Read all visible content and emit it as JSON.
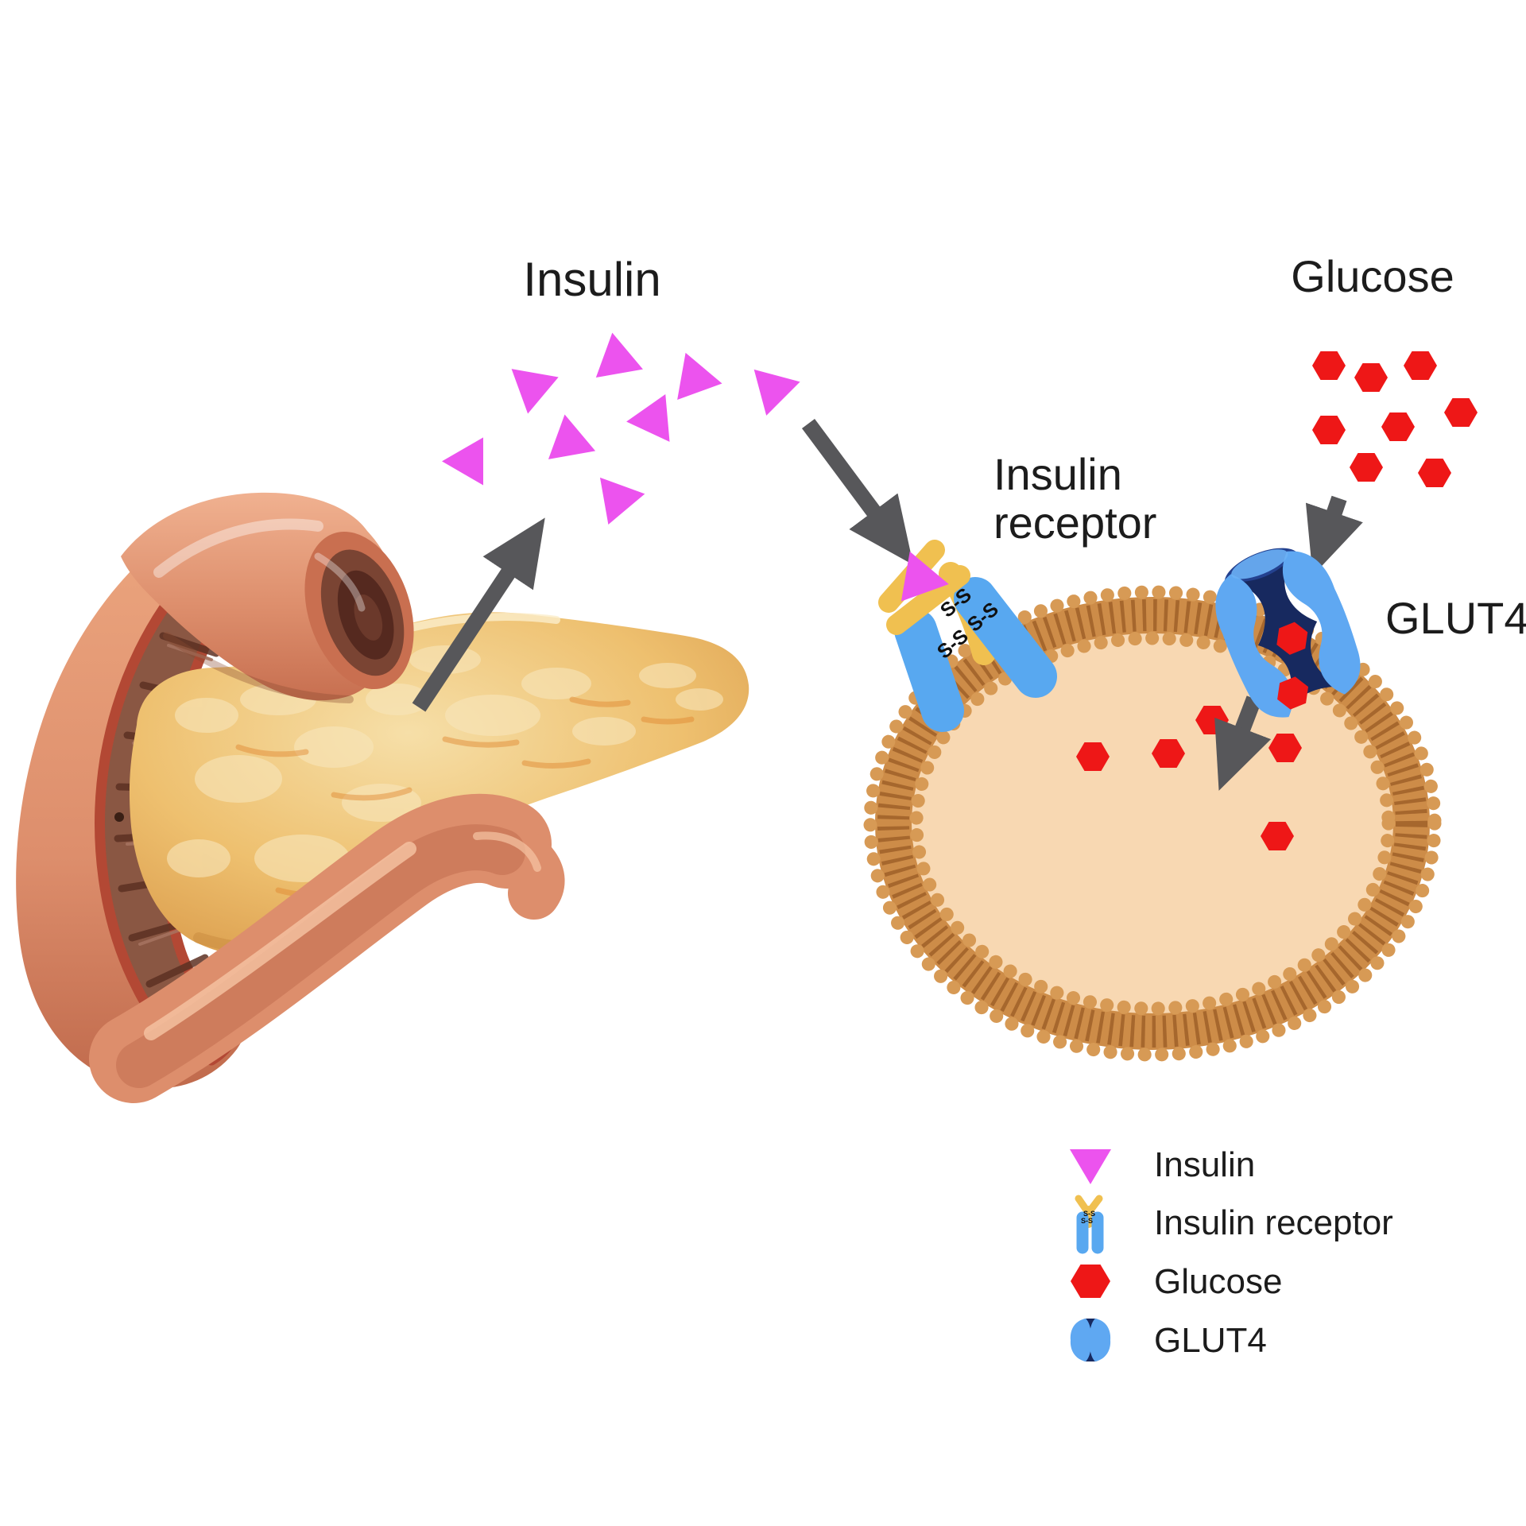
{
  "diagram": {
    "title_insulin": "Insulin",
    "title_glucose": "Glucose",
    "receptor_label_line1": "Insulin",
    "receptor_label_line2": "receptor",
    "glut4_label": "GLUT4",
    "disulfide_bond": "S-S",
    "molecule_counts": {
      "insulin_free": 8,
      "insulin_bound_to_receptor": 1,
      "glucose_extracellular": 8,
      "glucose_in_glut4_channel": 2,
      "glucose_intracellular": 5
    },
    "colors": {
      "background": "#ffffff",
      "text": "#1c1c1c",
      "insulin": "#ec53ee",
      "glucose": "#ee1717",
      "arrow": "#57575a",
      "receptor-blue": "#58a8f0",
      "receptor-gold": "#f0c050",
      "glut4-blue": "#5fa8f2",
      "glut4-navy": "#17295f",
      "membrane-bead": "#d79a55",
      "membrane-band": "#cd8c48",
      "membrane-tick": "#a2632a",
      "cytoplasm": "#f8d8b2",
      "pancreas-yellow": "#eec06f",
      "duodenum-salmon": "#dd8e6c",
      "villi-brown": "#8a5743",
      "cut-rim-red": "#b34834"
    },
    "legend": {
      "items": [
        {
          "id": "insulin",
          "label": "Insulin"
        },
        {
          "id": "insulin-receptor",
          "label": "Insulin receptor"
        },
        {
          "id": "glucose",
          "label": "Glucose"
        },
        {
          "id": "glut4",
          "label": "GLUT4"
        }
      ]
    }
  }
}
